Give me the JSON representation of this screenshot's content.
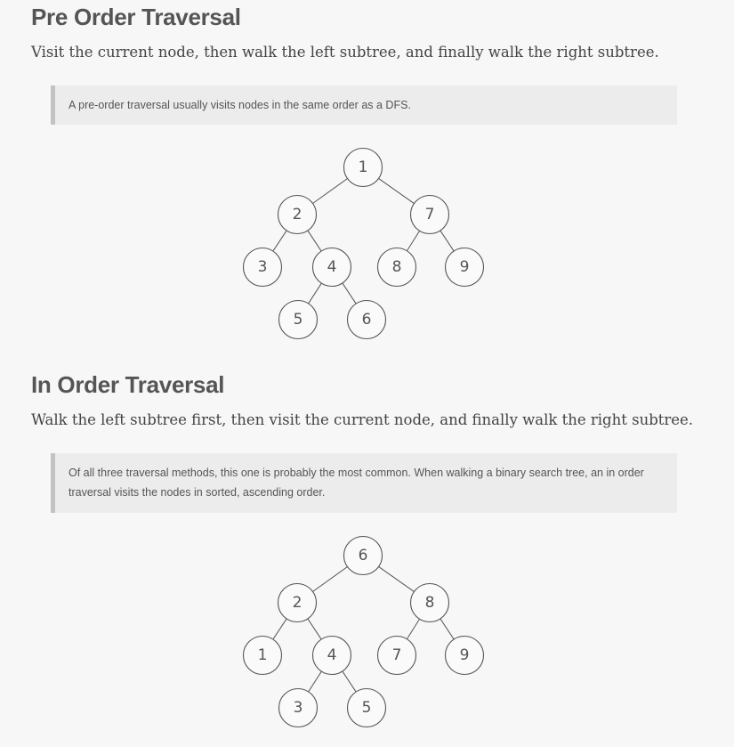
{
  "pre_order": {
    "title": "Pre Order Traversal",
    "description": "Visit the current node, then walk the left subtree, and finally walk the right subtree.",
    "note": "A pre-order traversal usually visits nodes in the same order as a DFS.",
    "tree": {
      "nodes": [
        {
          "id": "n1",
          "label": "1"
        },
        {
          "id": "n2",
          "label": "2"
        },
        {
          "id": "n7",
          "label": "7"
        },
        {
          "id": "n3",
          "label": "3"
        },
        {
          "id": "n4",
          "label": "4"
        },
        {
          "id": "n8",
          "label": "8"
        },
        {
          "id": "n9",
          "label": "9"
        },
        {
          "id": "n5",
          "label": "5"
        },
        {
          "id": "n6",
          "label": "6"
        }
      ],
      "edges": [
        [
          "n1",
          "n2"
        ],
        [
          "n1",
          "n7"
        ],
        [
          "n2",
          "n3"
        ],
        [
          "n2",
          "n4"
        ],
        [
          "n7",
          "n8"
        ],
        [
          "n7",
          "n9"
        ],
        [
          "n4",
          "n5"
        ],
        [
          "n4",
          "n6"
        ]
      ]
    }
  },
  "in_order": {
    "title": "In Order Traversal",
    "description": "Walk the left subtree first, then visit the current node, and finally walk the right subtree.",
    "note": "Of all three traversal methods, this one is probably the most common. When walking a binary search tree, an in order traversal visits the nodes in sorted, ascending order.",
    "tree": {
      "nodes": [
        {
          "id": "n6",
          "label": "6"
        },
        {
          "id": "n2",
          "label": "2"
        },
        {
          "id": "n8",
          "label": "8"
        },
        {
          "id": "n1",
          "label": "1"
        },
        {
          "id": "n4",
          "label": "4"
        },
        {
          "id": "n7",
          "label": "7"
        },
        {
          "id": "n9",
          "label": "9"
        },
        {
          "id": "n3",
          "label": "3"
        },
        {
          "id": "n5",
          "label": "5"
        }
      ],
      "edges": [
        [
          "n6",
          "n2"
        ],
        [
          "n6",
          "n8"
        ],
        [
          "n2",
          "n1"
        ],
        [
          "n2",
          "n4"
        ],
        [
          "n8",
          "n7"
        ],
        [
          "n8",
          "n9"
        ],
        [
          "n4",
          "n3"
        ],
        [
          "n4",
          "n5"
        ]
      ]
    }
  }
}
